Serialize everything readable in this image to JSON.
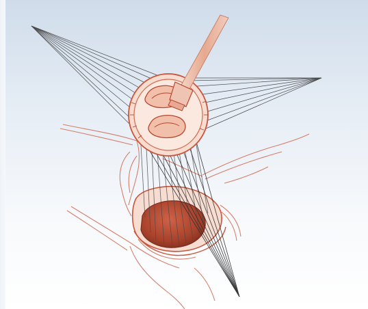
{
  "figure": {
    "description_visible_text": "",
    "colors": {
      "background_top": "#cfdcea",
      "background_bottom": "#ffffff",
      "tissue_stroke": "#c9543a",
      "tissue_fill_light": "#f3c9b8",
      "organ_fill": "#b5472f",
      "suture": "#3a3a3a",
      "instrument": "#e8b6a2"
    },
    "icons": [
      "suture-lines-illustration",
      "valve-prosthesis-illustration",
      "annulus-illustration",
      "instrument-shaft-illustration"
    ]
  }
}
